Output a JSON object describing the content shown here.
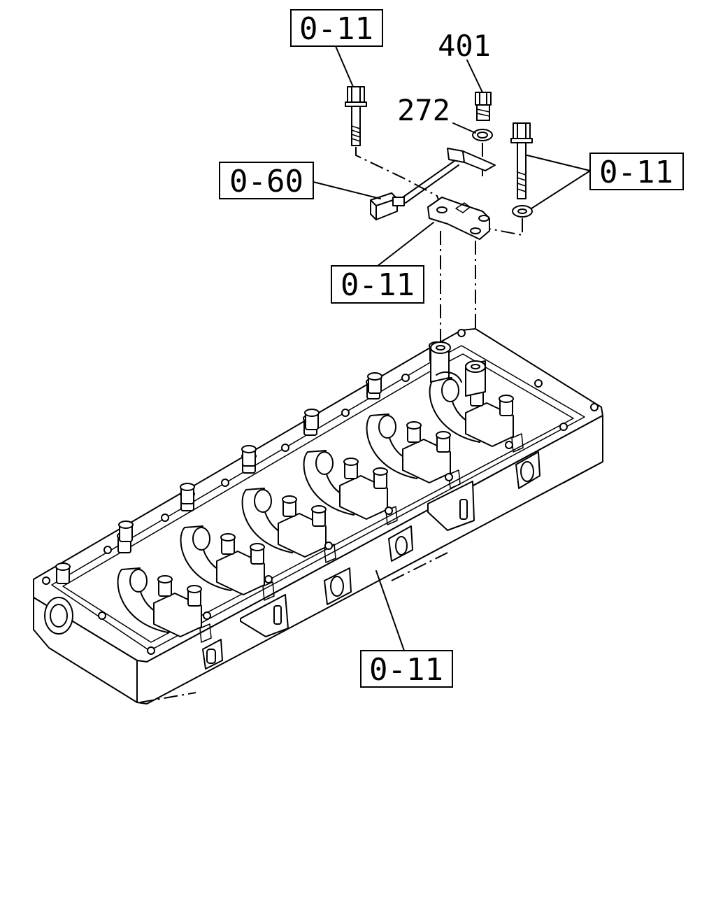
{
  "diagram": {
    "references": {
      "top_bolt": "0-11",
      "harness": "0-60",
      "right_bolt": "0-11",
      "bracket": "0-11",
      "cylinder_head": "0-11"
    },
    "parts": {
      "bolt": "401",
      "washer": "272"
    }
  }
}
